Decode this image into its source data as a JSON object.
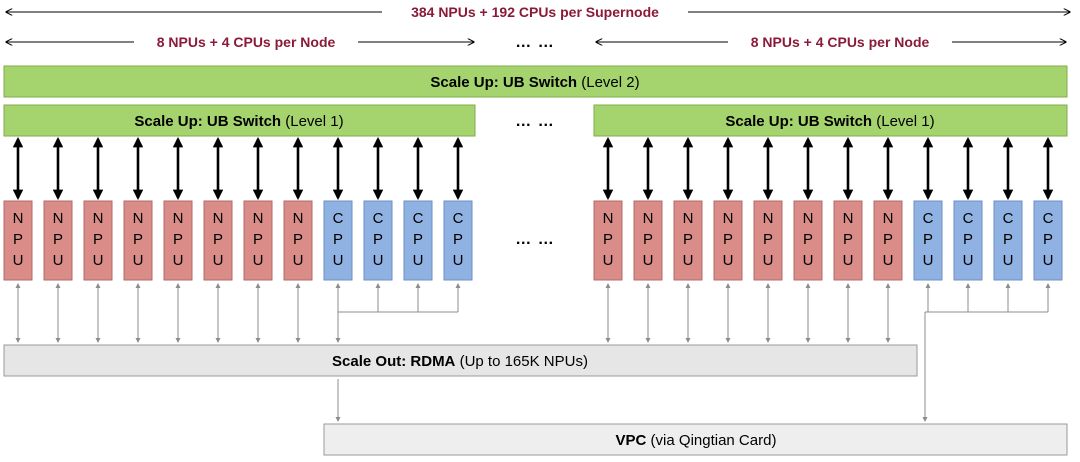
{
  "header": {
    "supernode_label": "384 NPUs + 192 CPUs per Supernode",
    "node_label_left": "8 NPUs + 4 CPUs per Node",
    "node_label_right": "8 NPUs + 4 CPUs per Node",
    "ellipsis": "… …"
  },
  "ub_switch_level2": {
    "bold": "Scale Up: UB Switch",
    "normal": " (Level 2)"
  },
  "ub_switch_level1_left": {
    "bold": "Scale Up: UB Switch",
    "normal": " (Level 1)"
  },
  "ub_switch_level1_right": {
    "bold": "Scale Up: UB Switch",
    "normal": " (Level 1)"
  },
  "middle_ellipsis_top": "… …",
  "middle_ellipsis_chips": "… …",
  "chip_types": {
    "npu": {
      "letters": [
        "N",
        "P",
        "U"
      ],
      "fill": "#d98c88",
      "stroke": "#b46a66"
    },
    "cpu": {
      "letters": [
        "C",
        "P",
        "U"
      ],
      "fill": "#8fb2e3",
      "stroke": "#6c8fc2"
    }
  },
  "node_composition": [
    "npu",
    "npu",
    "npu",
    "npu",
    "npu",
    "npu",
    "npu",
    "npu",
    "cpu",
    "cpu",
    "cpu",
    "cpu"
  ],
  "rdma_bar": {
    "bold": "Scale Out: RDMA",
    "normal": " (Up to 165K NPUs)"
  },
  "vpc_bar": {
    "bold": "VPC",
    "normal": " (via Qingtian Card)"
  },
  "colors": {
    "accent_maroon": "#8b1a3a",
    "switch_green": "#a5d46f",
    "switch_green_border": "#7fae49",
    "bar_gray": "#e6e6e6",
    "bar_gray_border": "#9a9a9a",
    "thin_link": "#8c8c8c"
  }
}
